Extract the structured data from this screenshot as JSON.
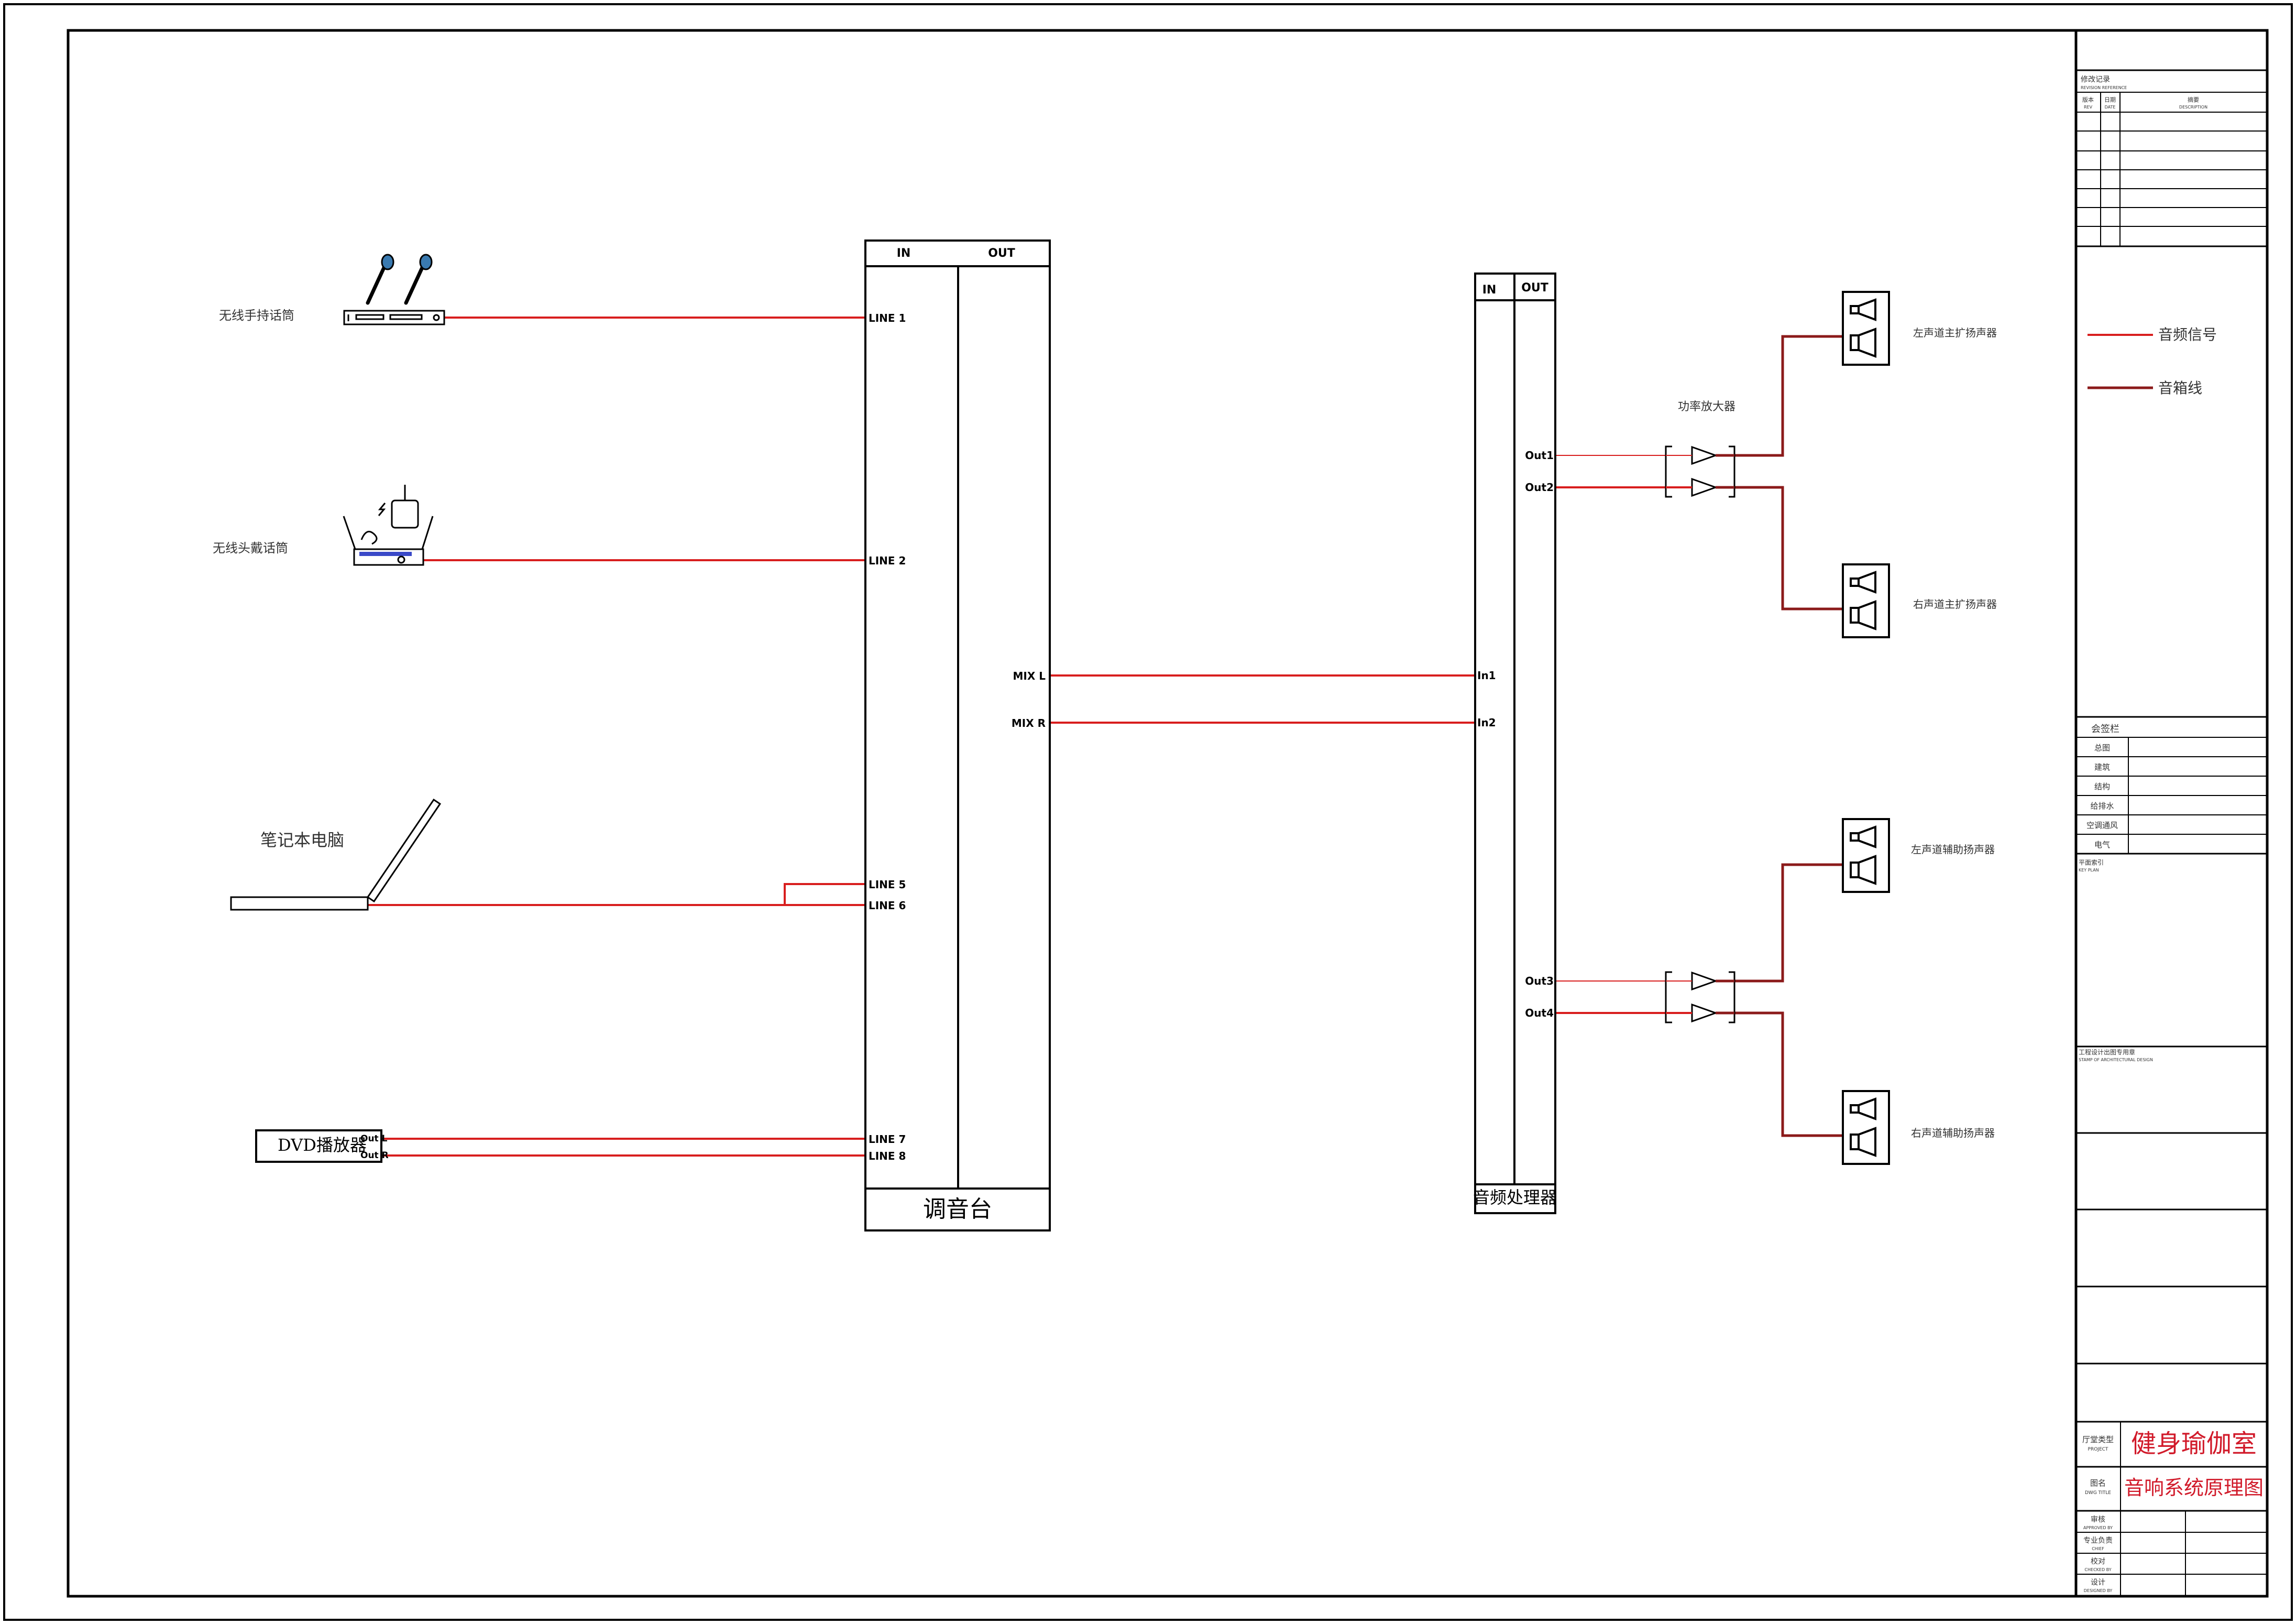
{
  "colors": {
    "signal": "#d81e1e",
    "speaker": "#8b1a1a",
    "frame": "#000000",
    "title_red": "#d11a2a"
  },
  "sources": {
    "wireless_handheld_mic": "无线手持话筒",
    "wireless_headset_mic": "无线头戴话筒",
    "laptop": "笔记本电脑",
    "dvd_player": "DVD播放器",
    "dvd_out_l": "Out L",
    "dvd_out_r": "Out R"
  },
  "mixer": {
    "in": "IN",
    "out": "OUT",
    "line1": "LINE 1",
    "line2": "LINE 2",
    "line5": "LINE 5",
    "line6": "LINE 6",
    "line7": "LINE 7",
    "line8": "LINE 8",
    "mix_l": "MIX L",
    "mix_r": "MIX R",
    "name": "调音台"
  },
  "processor": {
    "in": "IN",
    "out": "OUT",
    "in1": "In1",
    "in2": "In2",
    "out1": "Out1",
    "out2": "Out2",
    "out3": "Out3",
    "out4": "Out4",
    "name": "音频处理器"
  },
  "amplifier": {
    "name": "功率放大器"
  },
  "speakers": {
    "left_main": "左声道主扩扬声器",
    "right_main": "右声道主扩扬声器",
    "left_aux": "左声道辅助扬声器",
    "right_aux": "右声道辅助扬声器"
  },
  "legend": {
    "audio_signal": "音频信号",
    "speaker_cable": "音箱线"
  },
  "title_block": {
    "revision_title": "修改记录",
    "revision_title_en": "REVISION REFERENCE",
    "rev_col": "版本",
    "rev_col_en": "REV",
    "date_col": "日期",
    "date_col_en": "DATE",
    "desc_col": "摘要",
    "desc_col_en": "DESCRIPTION",
    "cosign_title": "会签栏",
    "cosign_rows": [
      "总图",
      "建筑",
      "结构",
      "给排水",
      "空调通风",
      "电气"
    ],
    "key_plan": "平面索引",
    "key_plan_en": "KEY PLAN",
    "stamp": "工程设计出图专用章",
    "stamp_en": "STAMP OF ARCHITECTURAL DESIGN",
    "project_label": "厅堂类型",
    "project_label_en": "PROJECT",
    "project_name": "健身瑜伽室",
    "drawing_label": "图名",
    "drawing_label_en": "DWG TITLE",
    "drawing_name": "音响系统原理图",
    "approved": "审核",
    "approved_en": "APPROVED BY",
    "chief": "专业负责",
    "chief_en": "CHIEF",
    "checked": "校对",
    "checked_en": "CHECKED BY",
    "designed": "设计",
    "designed_en": "DESIGNED BY"
  }
}
